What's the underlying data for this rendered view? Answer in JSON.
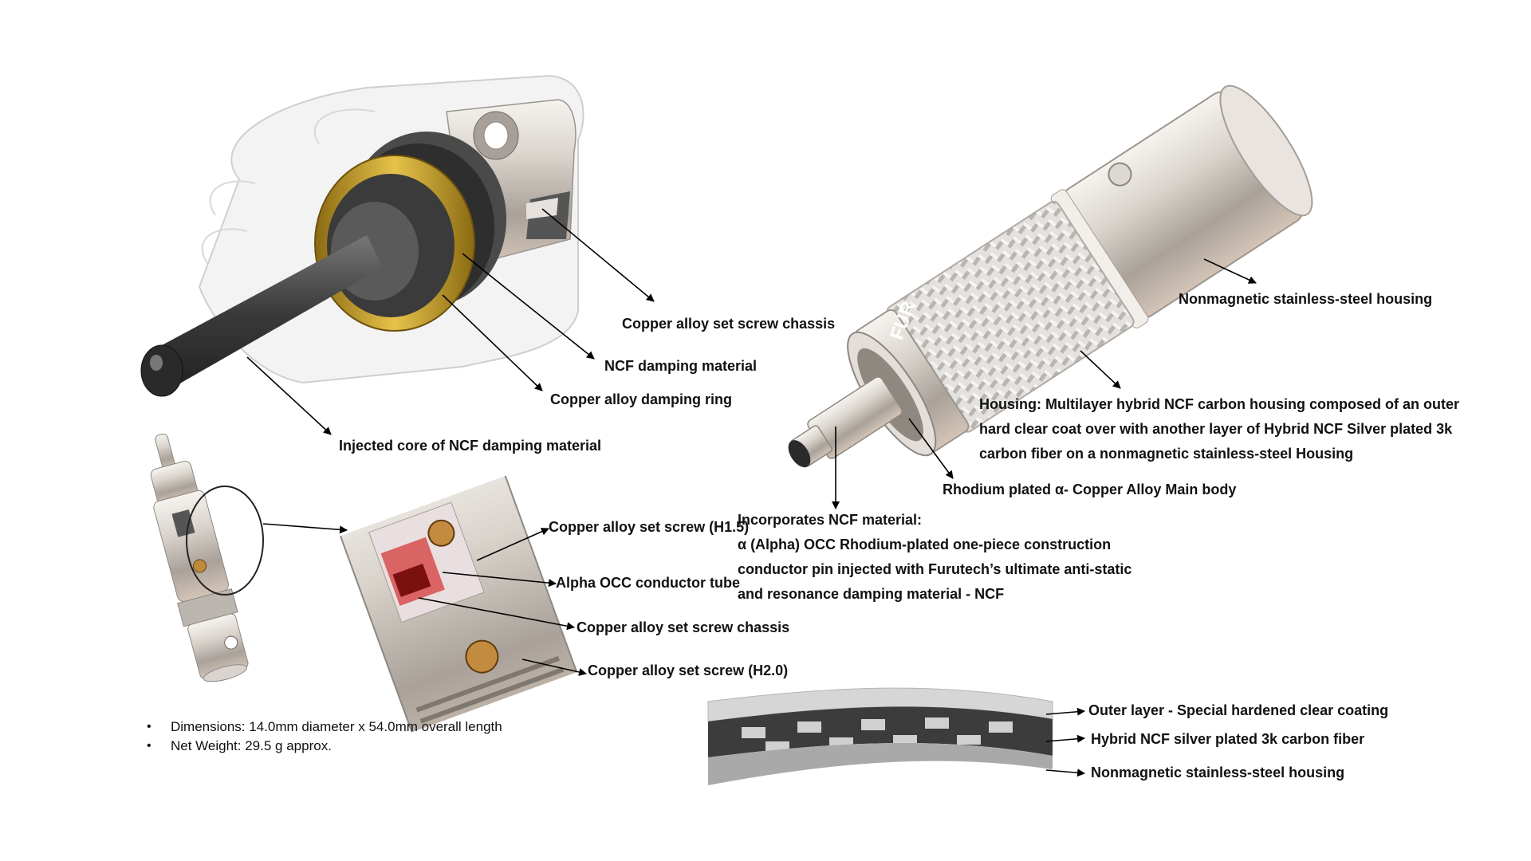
{
  "labels": {
    "chassis_top": "Copper alloy set screw chassis",
    "ncf_damping": "NCF damping material",
    "damping_ring": "Copper alloy damping ring",
    "injected_core": "Injected core of NCF damping material",
    "outer_housing": "Nonmagnetic stainless-steel housing",
    "main_body": "Rhodium plated α- Copper Alloy Main body",
    "screw_h15": "Copper alloy set screw (H1.5)",
    "conductor_tube": "Alpha OCC conductor tube",
    "chassis_bottom": "Copper alloy set screw chassis",
    "screw_h20": "Copper alloy set screw (H2.0)",
    "cs_outer": "Outer layer - Special hardened clear coating",
    "cs_carbon": "Hybrid NCF silver plated 3k carbon fiber",
    "cs_steel": "Nonmagnetic stainless-steel housing"
  },
  "housing_text": [
    "Housing: Multilayer hybrid NCF carbon housing composed of an outer",
    "hard clear coat over with another layer of Hybrid NCF Silver plated 3k",
    "carbon fiber on a nonmagnetic stainless-steel Housing"
  ],
  "ncf_text": [
    "Incorporates NCF material:",
    "α (Alpha) OCC Rhodium-plated one-piece construction",
    "conductor pin injected with Furutech’s ultimate anti-static",
    "and resonance damping material - NCF"
  ],
  "specs": [
    "Dimensions: 14.0mm diameter x 54.0mm overall length",
    "Net Weight: 29.5 g approx."
  ],
  "brand_mark": "FUR",
  "colors": {
    "gold": "#c9a227",
    "steel": "#c8c3bd",
    "text": "#111111"
  }
}
